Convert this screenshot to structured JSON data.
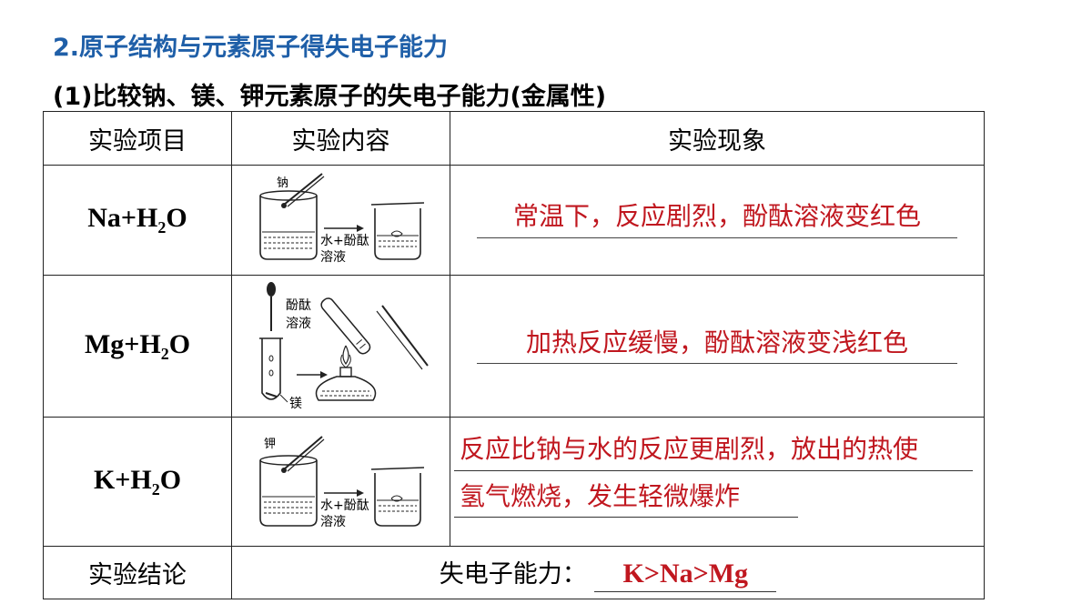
{
  "heading": "2.原子结构与元素原子得失电子能力",
  "subheading": "(1)比较钠、镁、钾元素原子的失电子能力(金属性)",
  "table": {
    "headers": [
      "实验项目",
      "实验内容",
      "实验现象"
    ],
    "rows": [
      {
        "project": "Na+H",
        "project_sub": "2",
        "project_tail": "O",
        "diagram_labels": {
          "metal": "钠",
          "reagent1": "水+酚酞",
          "reagent2": "溶液"
        },
        "phenomenon": "常温下，反应剧烈，酚酞溶液变红色"
      },
      {
        "project": "Mg+H",
        "project_sub": "2",
        "project_tail": "O",
        "diagram_labels": {
          "reagent1": "酚酞",
          "reagent2": "溶液",
          "metal": "镁"
        },
        "phenomenon": "加热反应缓慢，酚酞溶液变浅红色"
      },
      {
        "project": "K+H",
        "project_sub": "2",
        "project_tail": "O",
        "diagram_labels": {
          "metal": "钾",
          "reagent1": "水+酚酞",
          "reagent2": "溶液"
        },
        "phenomenon_lines": [
          "反应比钠与水的反应更剧烈，放出的热使",
          "氢气燃烧，发生轻微爆炸"
        ]
      }
    ],
    "conclusion": {
      "label": "实验结论",
      "text": "失电子能力：",
      "value": "K>Na>Mg"
    }
  },
  "colors": {
    "heading": "#1f5fa8",
    "answer": "#c0171f"
  }
}
